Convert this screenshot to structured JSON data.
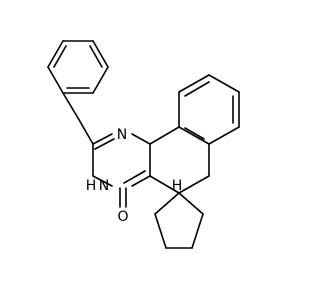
{
  "molecule": {
    "atom_labels": {
      "n1": "N",
      "n2": "N",
      "h2": "H",
      "o1": "O",
      "h1": "H"
    }
  }
}
